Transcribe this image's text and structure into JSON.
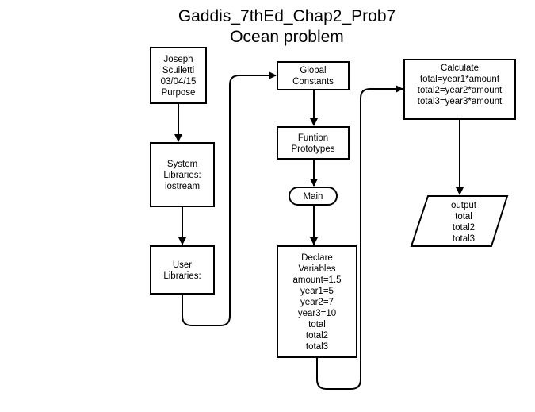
{
  "title": {
    "line1": "Gaddis_7thEd_Chap2_Prob7",
    "line2": "Ocean problem"
  },
  "nodes": {
    "header": {
      "lines": [
        "Joseph",
        "Scuiletti",
        "03/04/15",
        "Purpose"
      ]
    },
    "sys_libs": {
      "lines": [
        "System",
        "Libraries:",
        "iostream"
      ]
    },
    "user_libs": {
      "lines": [
        "User",
        "Libraries:"
      ]
    },
    "globals": {
      "lines": [
        "Global",
        "Constants"
      ]
    },
    "prototypes": {
      "lines": [
        "Funtion",
        "Prototypes"
      ]
    },
    "main": {
      "lines": [
        "Main"
      ]
    },
    "declare": {
      "lines": [
        "Declare",
        "Variables",
        "amount=1.5",
        "year1=5",
        "year2=7",
        "year3=10",
        "total",
        "total2",
        "total3"
      ]
    },
    "calculate": {
      "lines": [
        "Calculate",
        "total=year1*amount",
        "total2=year2*amount",
        "total3=year3*amount"
      ]
    },
    "output": {
      "lines": [
        "output",
        "total",
        "total2",
        "total3"
      ]
    }
  }
}
